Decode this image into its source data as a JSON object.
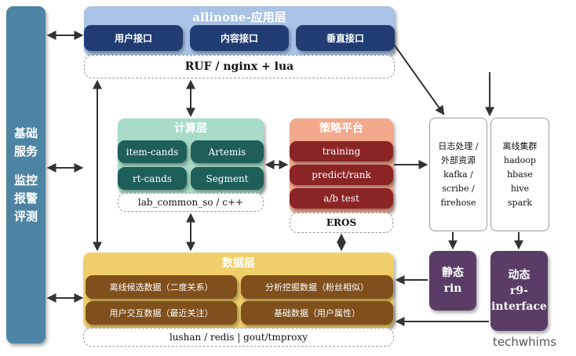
{
  "left_panel": {
    "line1": "基础",
    "line2": "服务",
    "line3": "监控",
    "line4": "报警",
    "line5": "评测"
  },
  "app_layer": {
    "title": "allinone-应用层",
    "buttons": [
      "用户接口",
      "内容接口",
      "垂直接口"
    ],
    "gateway": "RUF / nginx + lua"
  },
  "compute_layer": {
    "title": "计算层",
    "items": [
      "item-cands",
      "Artemis",
      "rt-cands",
      "Segment"
    ],
    "footer": "lab_common_so / c++"
  },
  "strategy": {
    "title": "策略平台",
    "items": [
      "training",
      "predict/rank",
      "a/b test"
    ],
    "footer": "EROS"
  },
  "log_box": {
    "lines": [
      "日志处理 /",
      "外部资源",
      "kafka /",
      "scribe /",
      "firehose"
    ]
  },
  "offline_box": {
    "lines": [
      "离线集群",
      "hadoop",
      "hbase",
      "hive",
      "spark"
    ]
  },
  "static_box": {
    "line1": "静态",
    "line2": "rin"
  },
  "dynamic_box": {
    "line1": "动态",
    "line2": "r9-",
    "line3": "interface"
  },
  "data_layer": {
    "title": "数据层",
    "items": [
      "离线候选数据（二度关系）",
      "分析挖掘数据（粉丝相似）",
      "用户交互数据（最近关注）",
      "基础数据（用户属性）"
    ],
    "footer": "lushan / redis | gout/tmproxy"
  },
  "watermark": "techwhims",
  "colors": {
    "blue_dark": "#1f3d73",
    "blue_light": "#a9c3e6",
    "teal_dark": "#1e5f5a",
    "teal_light": "#a8dcc8",
    "red_dark": "#8b2424",
    "salmon": "#f3a98c",
    "gold": "#f0cf6a",
    "brown": "#7f4f1c",
    "purple": "#5a3d67",
    "side": "#4e84a3"
  }
}
